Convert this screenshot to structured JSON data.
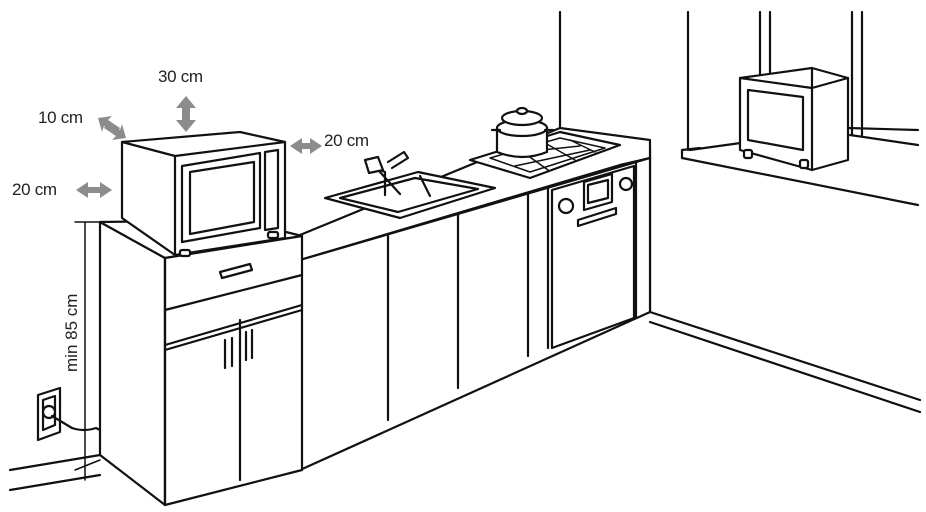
{
  "labels": {
    "top": "30 cm",
    "back_left": "10 cm",
    "right": "20 cm",
    "left": "20 cm",
    "height": "min 85 cm"
  },
  "colors": {
    "line": "#111111",
    "arrow": "#8c8c8c",
    "background": "#ffffff"
  }
}
